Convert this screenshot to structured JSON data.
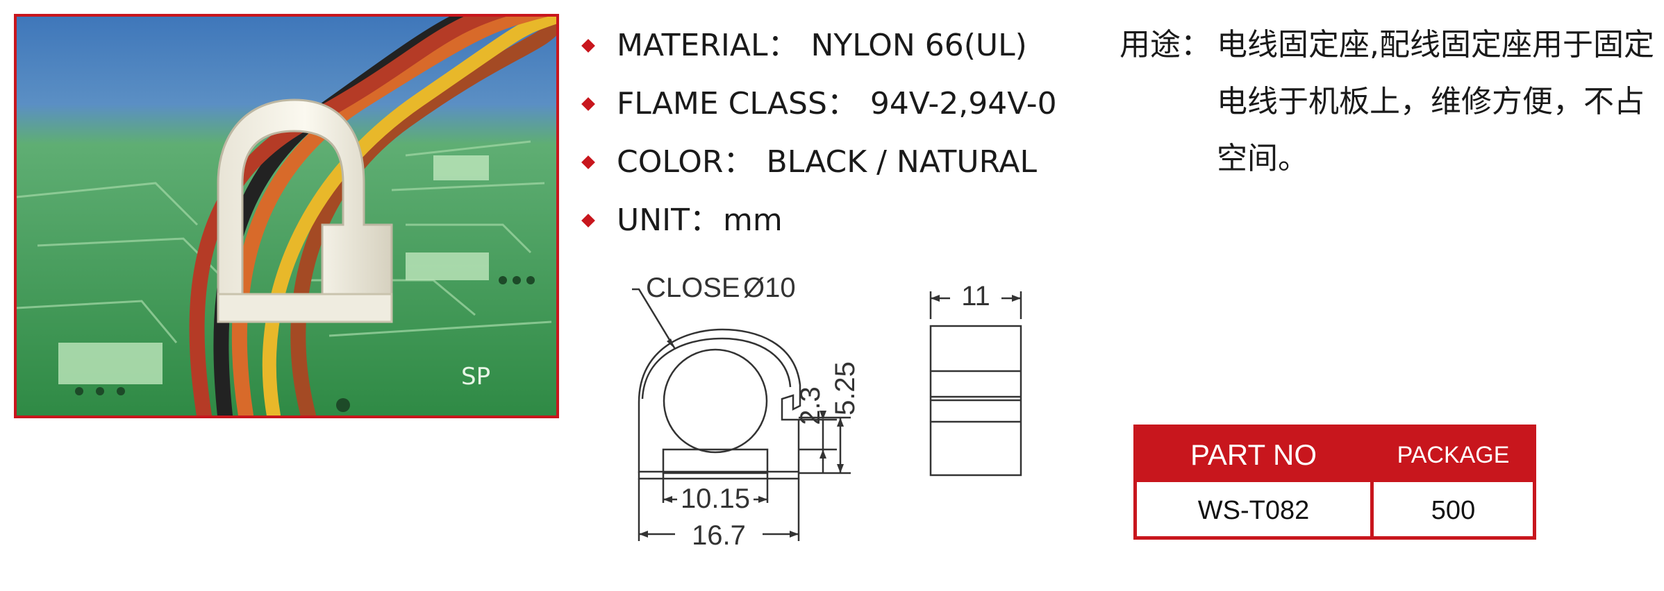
{
  "specs": [
    {
      "label": "MATERIAL：",
      "value": "NYLON 66(UL)"
    },
    {
      "label": "FLAME CLASS：",
      "value": "94V-2,94V-0"
    },
    {
      "label": "COLOR：",
      "value": "BLACK / NATURAL"
    },
    {
      "label": "UNIT：",
      "value": "mm"
    }
  ],
  "usage": {
    "label": "用途：",
    "text": "电线固定座,配线固定座用于固定电线于机板上，维修方便，不占空间。"
  },
  "drawing": {
    "close_label": "CLOSE",
    "close_value": "Ø10",
    "dim_width": "11",
    "dim_inner": "10.15",
    "dim_outer": "16.7",
    "dim_h1": "2.3",
    "dim_h2": "5.25"
  },
  "table": {
    "headers": [
      "PART NO",
      "PACKAGE"
    ],
    "rows": [
      [
        "WS-T082",
        "500"
      ]
    ]
  },
  "colors": {
    "accent": "#c8161d"
  }
}
